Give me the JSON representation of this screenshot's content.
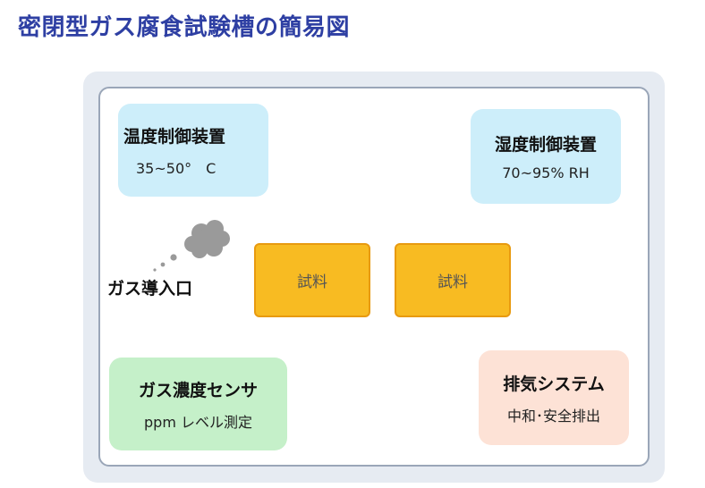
{
  "title": "密閉型ガス腐食試験槽の簡易図",
  "temperature_controller": {
    "label": "温度制御装置",
    "value": "35~50°　C"
  },
  "humidity_controller": {
    "label": "湿度制御装置",
    "value": "70~95% RH"
  },
  "gas_inlet": {
    "label": "ガス導入口"
  },
  "samples": [
    {
      "label": "試料"
    },
    {
      "label": "試料"
    }
  ],
  "gas_sensor": {
    "label": "ガス濃度センサ",
    "value": "ppm レベル測定"
  },
  "exhaust_system": {
    "label": "排気システム",
    "value": "中和･安全排出"
  },
  "colors": {
    "title": "#2e3fa3",
    "controller_bg": "#cdeefa",
    "sensor_bg": "#c5f0c9",
    "exhaust_bg": "#fde2d6",
    "sample_fill": "#f8bb22",
    "sample_border": "#e89a10",
    "gas_cloud": "#9a9a9a"
  }
}
